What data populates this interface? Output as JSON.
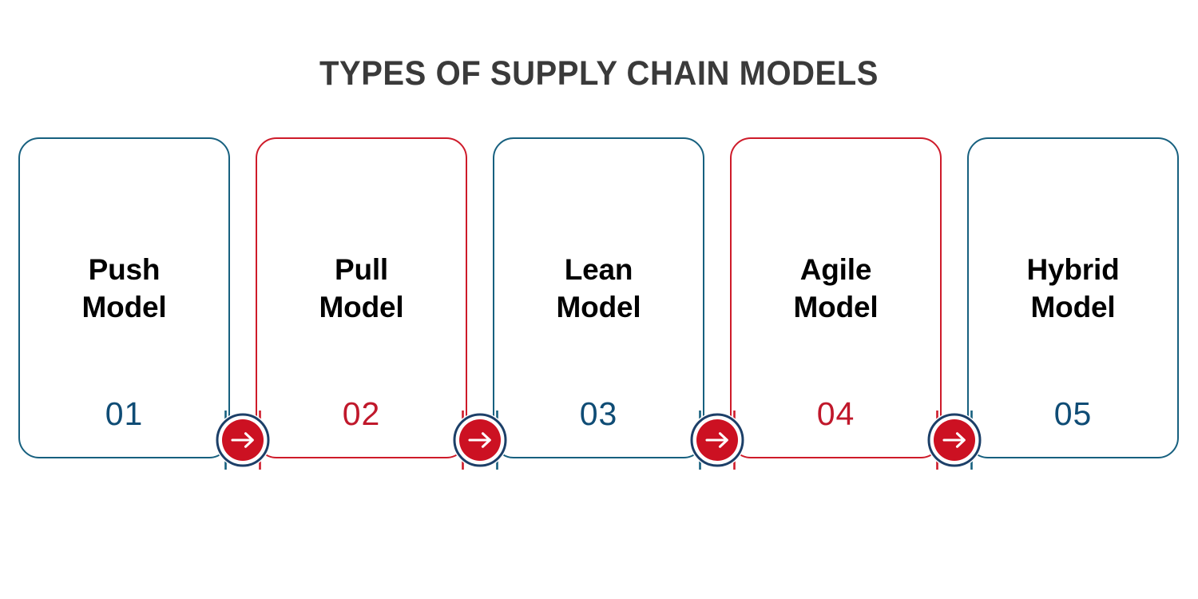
{
  "title": "TYPES OF SUPPLY CHAIN MODELS",
  "colors": {
    "blue": "#17607f",
    "blue_number": "#0f4c75",
    "red": "#ce1b2a",
    "red_number": "#c0182b",
    "arrow_fill": "#cc1122",
    "arrow_ring": "#1c3f68",
    "arrow_glyph": "#ffffff",
    "title": "#3a3a3a",
    "label": "#000000",
    "background": "#ffffff"
  },
  "cards": [
    {
      "label": "Push\nModel",
      "number": "01",
      "accent": "blue"
    },
    {
      "label": "Pull\nModel",
      "number": "02",
      "accent": "red"
    },
    {
      "label": "Lean\nModel",
      "number": "03",
      "accent": "blue"
    },
    {
      "label": "Agile\nModel",
      "number": "04",
      "accent": "red"
    },
    {
      "label": "Hybrid\nModel",
      "number": "05",
      "accent": "blue"
    }
  ],
  "connectors": [
    {
      "icon": "arrow-right-icon",
      "from": "Push Model",
      "to": "Pull Model"
    },
    {
      "icon": "arrow-right-icon",
      "from": "Pull Model",
      "to": "Lean Model"
    },
    {
      "icon": "arrow-right-icon",
      "from": "Lean Model",
      "to": "Agile Model"
    },
    {
      "icon": "arrow-right-icon",
      "from": "Agile Model",
      "to": "Hybrid Model"
    }
  ]
}
